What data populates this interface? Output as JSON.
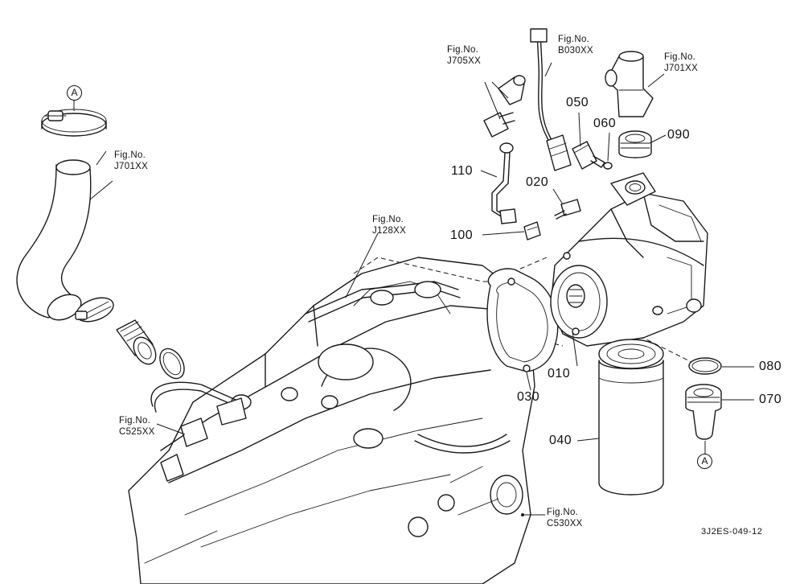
{
  "diagram": {
    "drawing_code": "3J2ES-049-12",
    "callout_letter": "A",
    "part_numbers": {
      "p010": "010",
      "p020": "020",
      "p030": "030",
      "p040": "040",
      "p050": "050",
      "p060": "060",
      "p070": "070",
      "p080": "080",
      "p090": "090",
      "p100": "100",
      "p110": "110"
    },
    "figure_refs": {
      "fig_prefix": "Fig.No.",
      "j705": "J705XX",
      "b030": "B030XX",
      "j701_top": "J701XX",
      "j701_left": "J701XX",
      "j128": "J128XX",
      "c525": "C525XX",
      "c530": "C530XX"
    }
  }
}
